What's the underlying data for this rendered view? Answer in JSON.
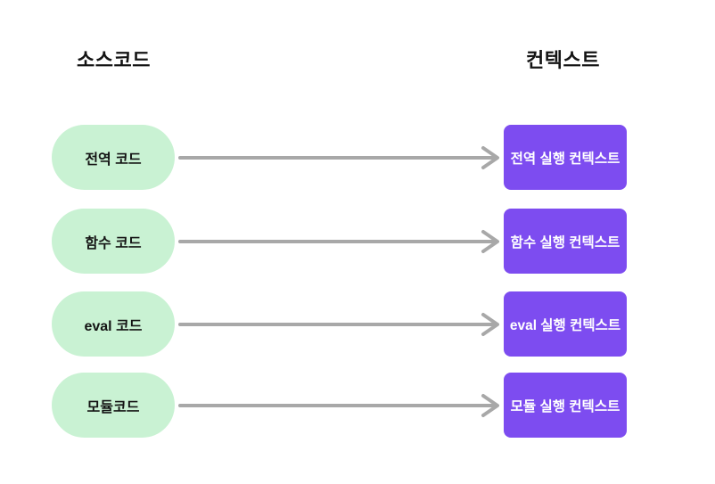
{
  "headers": {
    "left": "소스코드",
    "right": "컨텍스트"
  },
  "rows": [
    {
      "source": "전역 코드",
      "context": "전역 실행 컨텍스트"
    },
    {
      "source": "함수 코드",
      "context": "함수 실행 컨텍스트"
    },
    {
      "source": "eval 코드",
      "context": "eval 실행 컨텍스트"
    },
    {
      "source": "모듈코드",
      "context": "모듈 실행 컨텍스트"
    }
  ],
  "icons": {
    "arrow": "right-arrow-icon"
  },
  "colors": {
    "pill_bg": "#c9f2d3",
    "box_bg": "#7d4cf0",
    "arrow": "#a8a8a8",
    "text_dark": "#141414",
    "text_light": "#ffffff",
    "background": "#ffffff"
  }
}
